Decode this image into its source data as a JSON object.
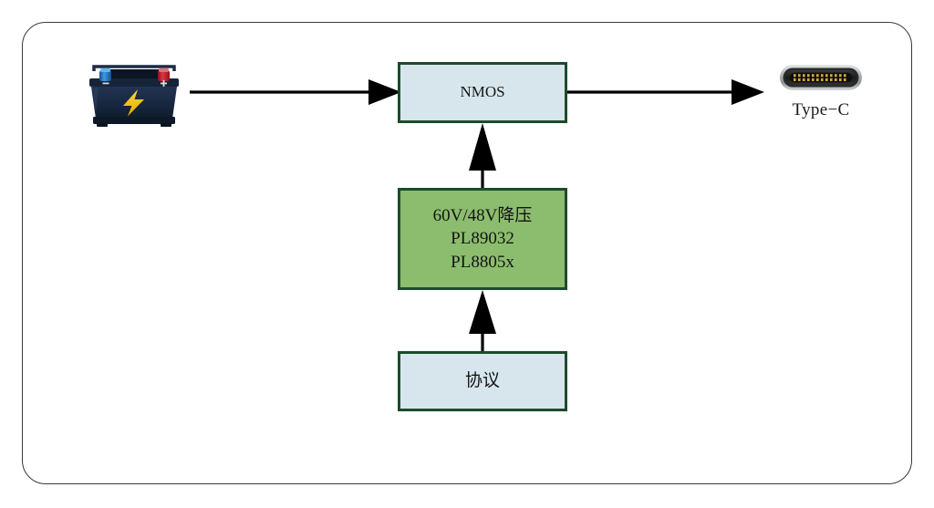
{
  "diagram": {
    "title": "Battery to Type-C power path block diagram",
    "frame": {
      "border_color": "#3a3a3a"
    },
    "colors": {
      "block_border": "#1d4b2c",
      "block_fill_blue": "#d7e6ec",
      "block_fill_green": "#8cbd6e",
      "arrow": "#000000",
      "battery_body": "#16243a",
      "battery_bolt": "#f2c218",
      "terminal_negative": "#2f7fd0",
      "terminal_positive": "#c0202a",
      "typec_shell": "#c9ccce",
      "typec_cavity": "#1c1c1c",
      "typec_pins": "#d6a636"
    },
    "source": {
      "name": "battery",
      "icon": "car-battery-icon",
      "terminal_minus": "−",
      "terminal_plus": "+"
    },
    "blocks": [
      {
        "id": "nmos",
        "label": "NMOS",
        "fill": "blue"
      },
      {
        "id": "buck",
        "fill": "green",
        "lines": [
          "60V/48V降压",
          "PL89032",
          "PL8805x"
        ]
      },
      {
        "id": "protocol",
        "label": "协议",
        "fill": "blue"
      }
    ],
    "output": {
      "name": "type-c",
      "label": "Type−C",
      "icon": "usb-type-c-port-icon"
    },
    "arrows": [
      {
        "id": "battery-to-nmos",
        "direction": "right"
      },
      {
        "id": "nmos-to-typec",
        "direction": "right"
      },
      {
        "id": "buck-to-nmos",
        "direction": "up"
      },
      {
        "id": "protocol-to-buck",
        "direction": "up"
      }
    ]
  }
}
